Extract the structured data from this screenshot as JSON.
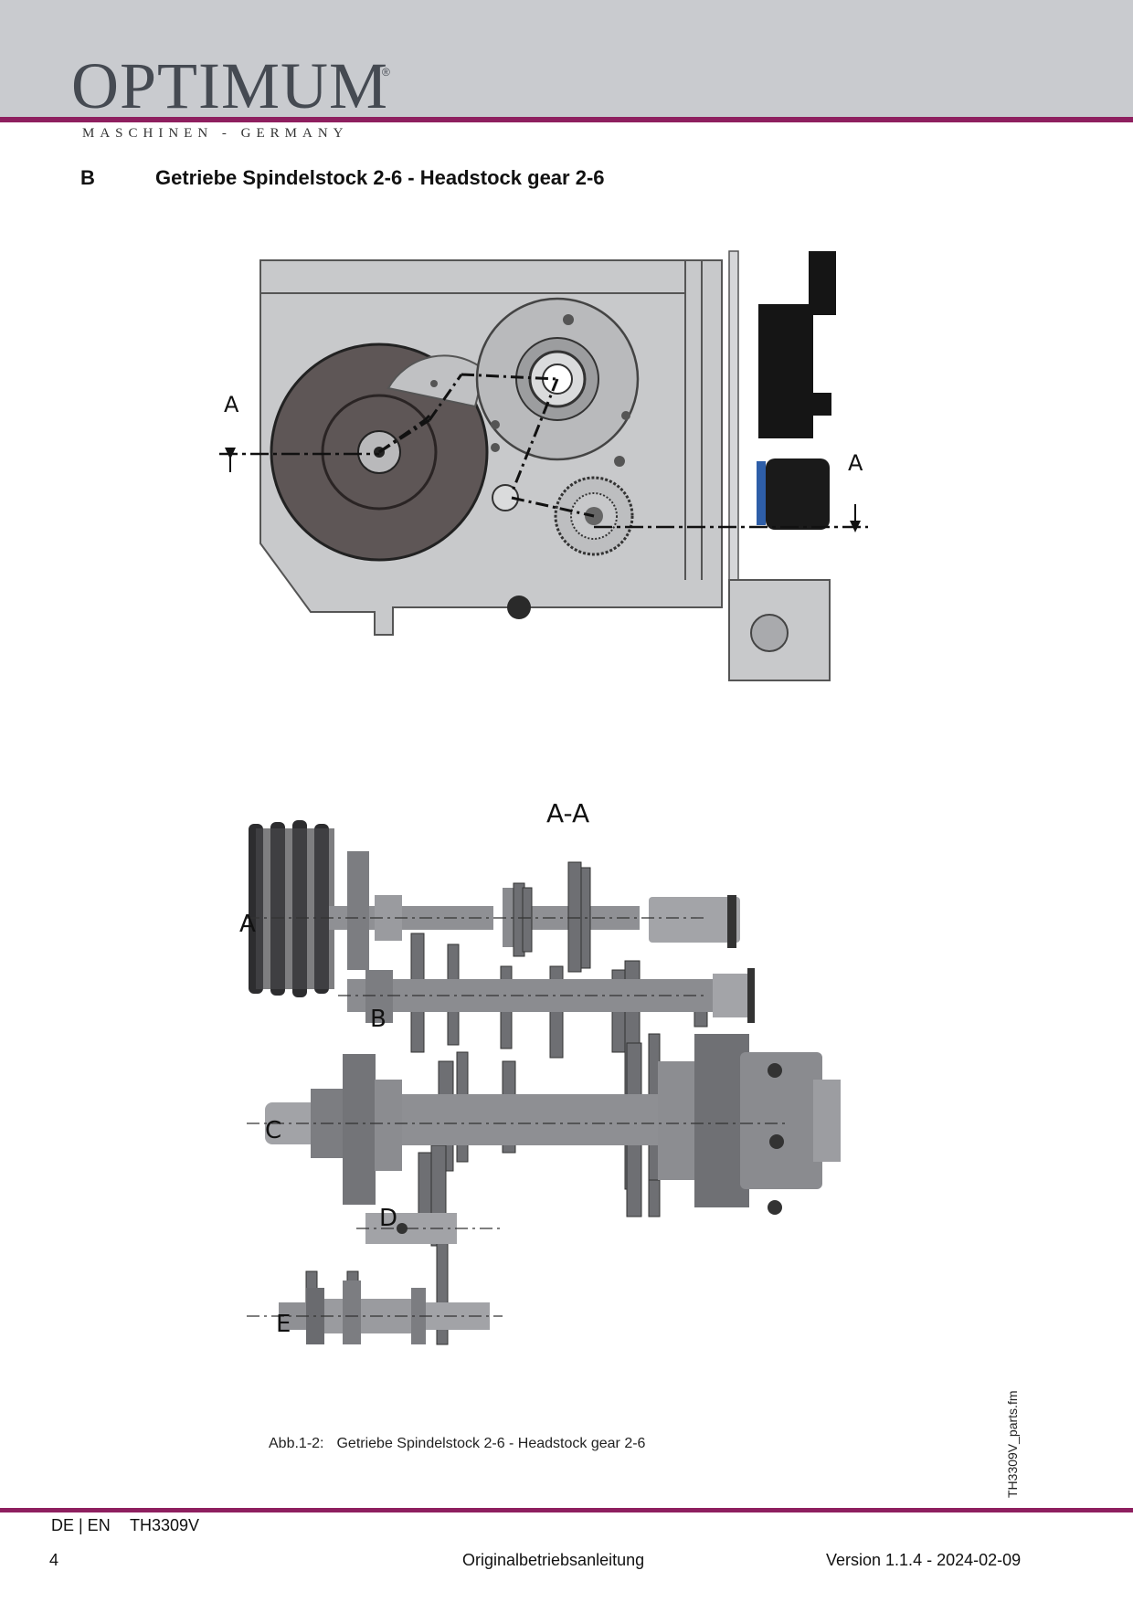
{
  "header": {
    "brand": "OPTIMUM",
    "registered": "®",
    "tagline": "MASCHINEN - GERMANY"
  },
  "section": {
    "letter": "B",
    "title": "Getriebe Spindelstock 2-6 - Headstock gear 2-6"
  },
  "figure_top": {
    "section_marker_left": "A",
    "section_marker_right": "A"
  },
  "figure_bottom": {
    "section_title": "A-A",
    "shaft_labels": [
      "A",
      "B",
      "C",
      "D",
      "E"
    ]
  },
  "caption": {
    "number": "Abb.1-2:",
    "text": "Getriebe Spindelstock 2-6 - Headstock gear 2-6"
  },
  "side_file": "TH3309V_parts.fm",
  "footer": {
    "language": "DE | EN",
    "model": "TH3309V",
    "page": "4",
    "doc_type": "Originalbetriebsanleitung",
    "version": "Version 1.1.4 - 2024-02-09"
  },
  "colors": {
    "brand_purple": "#8e1f5f",
    "header_grey": "#c9cbcf",
    "logo_grey": "#454a52"
  }
}
